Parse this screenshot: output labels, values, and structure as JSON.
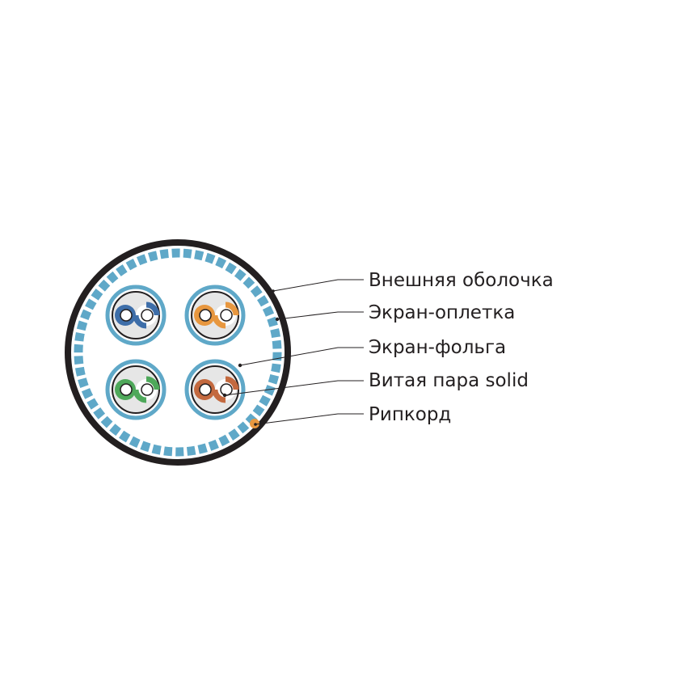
{
  "labels": {
    "outer_jacket": "Внешняя оболочка",
    "braid_shield": "Экран-оплетка",
    "foil_shield": "Экран-фольга",
    "twisted_pair": "Витая пара solid",
    "ripcord": "Рипкорд"
  },
  "colors": {
    "jacket": "#231f20",
    "shield": "#5fa8c8",
    "pair_fill": "#e6e6e6",
    "blue": "#3e6ea9",
    "orange": "#e8973f",
    "green": "#4ea85a",
    "brown": "#c3693f",
    "ripcord": "#e8973f",
    "leader": "#231f20"
  },
  "pairs": [
    {
      "name": "blue",
      "color_key": "blue"
    },
    {
      "name": "orange",
      "color_key": "orange"
    },
    {
      "name": "green",
      "color_key": "green"
    },
    {
      "name": "brown",
      "color_key": "brown"
    }
  ]
}
